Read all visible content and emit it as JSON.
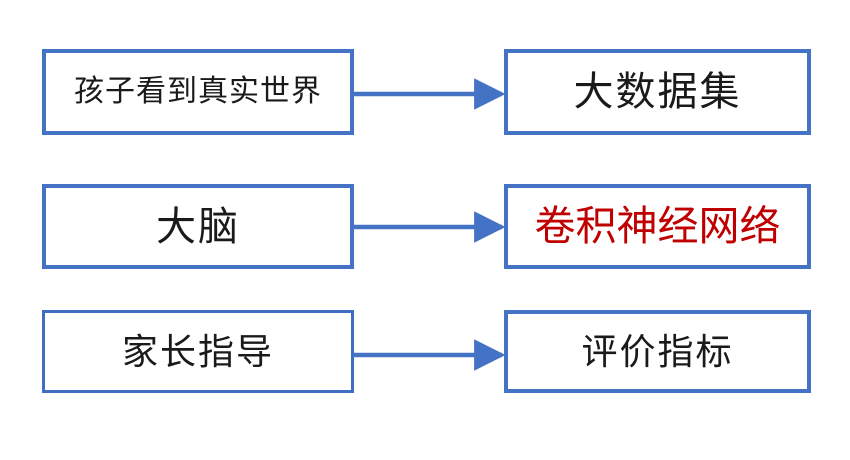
{
  "diagram": {
    "title": "",
    "background_color": "#ffffff",
    "accent_color": "#4472C4",
    "highlight_color": "#C00000",
    "text_color": "#1a1a1a",
    "rows": [
      {
        "source_label": "孩子看到真实世界",
        "target_label": "大数据集",
        "arrow_label": ""
      },
      {
        "source_label": "大脑",
        "target_label": "卷积神经网络",
        "arrow_label": ""
      },
      {
        "source_label": "家长指导",
        "target_label": "评价指标",
        "arrow_label": ""
      }
    ]
  }
}
